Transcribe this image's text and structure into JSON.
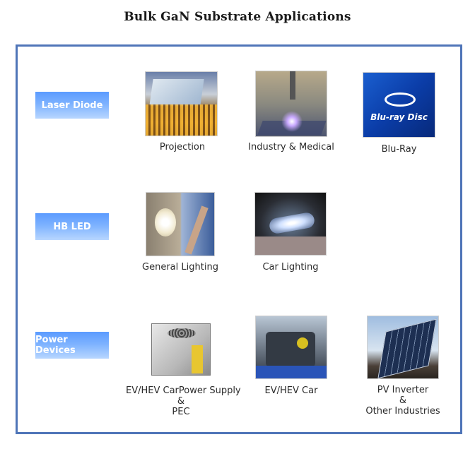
{
  "title": "Bulk GaN Substrate Applications",
  "categories": [
    {
      "label": "Laser Diode"
    },
    {
      "label": "HB LED"
    },
    {
      "label": "Power Devices"
    }
  ],
  "applications": {
    "projection": "Projection",
    "industry_medical": "Industry & Medical",
    "blu_ray": "Blu-Ray",
    "blu_ray_logo": "Blu-ray Disc",
    "general_lighting": "General Lighting",
    "car_lighting": "Car Lighting",
    "ev_power_supply": [
      "EV/HEV CarPower Supply",
      "&",
      "PEC"
    ],
    "ev_car": "EV/HEV Car",
    "pv_inverter": [
      "PV Inverter",
      "&",
      "Other Industries"
    ]
  },
  "colors": {
    "frame_border": "#4f75b8",
    "button_top": "#5b9bff",
    "button_bottom": "#b8d6ff"
  }
}
